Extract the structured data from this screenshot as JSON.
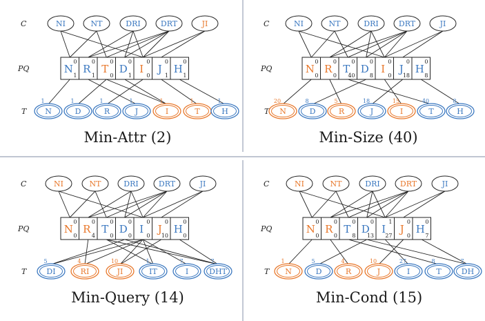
{
  "colors": {
    "blue": "#3b78c0",
    "orange": "#e8772a",
    "line": "#222222"
  },
  "row_labels": {
    "c": "C",
    "pq": "PQ",
    "t": "T"
  },
  "panels": [
    {
      "id": "min-attr",
      "caption": "Min-Attr (2)",
      "c_nodes": [
        {
          "label": "NI",
          "color": "blue"
        },
        {
          "label": "NT",
          "color": "blue"
        },
        {
          "label": "DRI",
          "color": "blue"
        },
        {
          "label": "DRT",
          "color": "blue"
        },
        {
          "label": "JI",
          "color": "orange"
        }
      ],
      "pq_cells": [
        {
          "letter": "N",
          "color": "blue",
          "top": "0",
          "bottom": "1"
        },
        {
          "letter": "R",
          "color": "blue",
          "top": "0",
          "bottom": "1"
        },
        {
          "letter": "T",
          "color": "orange",
          "top": "0",
          "bottom": "0"
        },
        {
          "letter": "D",
          "color": "blue",
          "top": "0",
          "bottom": "1"
        },
        {
          "letter": "I",
          "color": "orange",
          "top": "0",
          "bottom": "0"
        },
        {
          "letter": "J",
          "color": "blue",
          "top": "0",
          "bottom": "1"
        },
        {
          "letter": "H",
          "color": "blue",
          "top": "0",
          "bottom": "1"
        }
      ],
      "t_nodes": [
        {
          "label": "N",
          "color": "blue",
          "count": "1"
        },
        {
          "label": "D",
          "color": "blue",
          "count": "1"
        },
        {
          "label": "R",
          "color": "blue",
          "count": "1"
        },
        {
          "label": "J",
          "color": "blue",
          "count": "1"
        },
        {
          "label": "I",
          "color": "orange",
          "count": "1"
        },
        {
          "label": "T",
          "color": "orange",
          "count": "1"
        },
        {
          "label": "H",
          "color": "blue",
          "count": "1"
        }
      ],
      "c_edges": [
        [
          0,
          0
        ],
        [
          0,
          4
        ],
        [
          1,
          0
        ],
        [
          1,
          2
        ],
        [
          2,
          1
        ],
        [
          2,
          3
        ],
        [
          2,
          4
        ],
        [
          3,
          1
        ],
        [
          3,
          2
        ],
        [
          3,
          3
        ],
        [
          3,
          4
        ],
        [
          4,
          4
        ],
        [
          4,
          5
        ]
      ],
      "t_edges": [
        [
          0,
          0
        ],
        [
          1,
          2
        ],
        [
          2,
          4
        ],
        [
          3,
          1
        ],
        [
          4,
          3
        ],
        [
          5,
          5
        ],
        [
          6,
          6
        ],
        [
          4,
          2
        ]
      ]
    },
    {
      "id": "min-size",
      "caption": "Min-Size (40)",
      "c_nodes": [
        {
          "label": "NI",
          "color": "blue"
        },
        {
          "label": "NT",
          "color": "blue"
        },
        {
          "label": "DRI",
          "color": "blue"
        },
        {
          "label": "DRT",
          "color": "blue"
        },
        {
          "label": "JI",
          "color": "blue"
        }
      ],
      "pq_cells": [
        {
          "letter": "N",
          "color": "orange",
          "top": "0",
          "bottom": "0"
        },
        {
          "letter": "R",
          "color": "orange",
          "top": "0",
          "bottom": "0"
        },
        {
          "letter": "T",
          "color": "blue",
          "top": "0",
          "bottom": "40"
        },
        {
          "letter": "D",
          "color": "blue",
          "top": "0",
          "bottom": "8"
        },
        {
          "letter": "I",
          "color": "orange",
          "top": "0",
          "bottom": "0"
        },
        {
          "letter": "J",
          "color": "blue",
          "top": "0",
          "bottom": "18"
        },
        {
          "letter": "H",
          "color": "blue",
          "top": "0",
          "bottom": "8"
        }
      ],
      "t_nodes": [
        {
          "label": "N",
          "color": "orange",
          "count": "20"
        },
        {
          "label": "D",
          "color": "blue",
          "count": "8"
        },
        {
          "label": "R",
          "color": "orange",
          "count": "5"
        },
        {
          "label": "J",
          "color": "blue",
          "count": "18"
        },
        {
          "label": "I",
          "color": "orange",
          "count": "15"
        },
        {
          "label": "T",
          "color": "blue",
          "count": "40"
        },
        {
          "label": "H",
          "color": "blue",
          "count": "8"
        }
      ],
      "c_edges": [
        [
          0,
          0
        ],
        [
          0,
          4
        ],
        [
          1,
          0
        ],
        [
          1,
          2
        ],
        [
          2,
          1
        ],
        [
          2,
          3
        ],
        [
          2,
          4
        ],
        [
          3,
          1
        ],
        [
          3,
          2
        ],
        [
          3,
          3
        ],
        [
          3,
          4
        ],
        [
          4,
          4
        ],
        [
          4,
          5
        ]
      ],
      "t_edges": [
        [
          0,
          0
        ],
        [
          1,
          3
        ],
        [
          2,
          1
        ],
        [
          3,
          5
        ],
        [
          4,
          4
        ],
        [
          5,
          2
        ],
        [
          6,
          6
        ]
      ]
    },
    {
      "id": "min-query",
      "caption": "Min-Query (14)",
      "c_nodes": [
        {
          "label": "NI",
          "color": "orange"
        },
        {
          "label": "NT",
          "color": "orange"
        },
        {
          "label": "DRI",
          "color": "blue"
        },
        {
          "label": "DRT",
          "color": "blue"
        },
        {
          "label": "JI",
          "color": "blue"
        }
      ],
      "pq_cells": [
        {
          "letter": "N",
          "color": "orange",
          "top": "0",
          "bottom": "0"
        },
        {
          "letter": "R",
          "color": "orange",
          "top": "0",
          "bottom": "4"
        },
        {
          "letter": "T",
          "color": "blue",
          "top": "0",
          "bottom": "0"
        },
        {
          "letter": "D",
          "color": "blue",
          "top": "0",
          "bottom": "0"
        },
        {
          "letter": "I",
          "color": "blue",
          "top": "0",
          "bottom": "0"
        },
        {
          "letter": "J",
          "color": "orange",
          "top": "0",
          "bottom": "10"
        },
        {
          "letter": "H",
          "color": "blue",
          "top": "0",
          "bottom": "0"
        }
      ],
      "t_nodes": [
        {
          "label": "DI",
          "color": "blue",
          "count": "5"
        },
        {
          "label": "RI",
          "color": "orange",
          "count": "4"
        },
        {
          "label": "JI",
          "color": "orange",
          "count": "10"
        },
        {
          "label": "IT",
          "color": "blue",
          "count": "1"
        },
        {
          "label": "I",
          "color": "blue",
          "count": "7"
        },
        {
          "label": "DHT",
          "color": "blue",
          "count": "7"
        }
      ],
      "c_edges": [
        [
          0,
          0
        ],
        [
          0,
          4
        ],
        [
          1,
          0
        ],
        [
          1,
          2
        ],
        [
          2,
          1
        ],
        [
          2,
          3
        ],
        [
          2,
          4
        ],
        [
          3,
          1
        ],
        [
          3,
          2
        ],
        [
          3,
          3
        ],
        [
          3,
          4
        ],
        [
          4,
          4
        ],
        [
          4,
          5
        ]
      ],
      "t_edges": [
        [
          0,
          3
        ],
        [
          0,
          4
        ],
        [
          1,
          1
        ],
        [
          1,
          4
        ],
        [
          2,
          5
        ],
        [
          2,
          4
        ],
        [
          3,
          4
        ],
        [
          3,
          2
        ],
        [
          4,
          4
        ],
        [
          5,
          3
        ],
        [
          5,
          6
        ],
        [
          5,
          2
        ]
      ]
    },
    {
      "id": "min-cond",
      "caption": "Min-Cond (15)",
      "c_nodes": [
        {
          "label": "NI",
          "color": "orange"
        },
        {
          "label": "NT",
          "color": "orange"
        },
        {
          "label": "DRI",
          "color": "blue"
        },
        {
          "label": "DRT",
          "color": "orange"
        },
        {
          "label": "JI",
          "color": "blue"
        }
      ],
      "pq_cells": [
        {
          "letter": "N",
          "color": "orange",
          "top": "0",
          "bottom": "0"
        },
        {
          "letter": "R",
          "color": "orange",
          "top": "0",
          "bottom": "0"
        },
        {
          "letter": "T",
          "color": "blue",
          "top": "0",
          "bottom": "8"
        },
        {
          "letter": "D",
          "color": "blue",
          "top": "0",
          "bottom": "13"
        },
        {
          "letter": "I",
          "color": "blue",
          "top": "1",
          "bottom": "27"
        },
        {
          "letter": "J",
          "color": "orange",
          "top": "0",
          "bottom": "0"
        },
        {
          "letter": "H",
          "color": "blue",
          "top": "0",
          "bottom": "7"
        }
      ],
      "t_nodes": [
        {
          "label": "N",
          "color": "orange",
          "count": "1"
        },
        {
          "label": "D",
          "color": "blue",
          "count": "5"
        },
        {
          "label": "R",
          "color": "orange",
          "count": "4"
        },
        {
          "label": "J",
          "color": "orange",
          "count": "10"
        },
        {
          "label": "I",
          "color": "blue",
          "count": "27"
        },
        {
          "label": "T",
          "color": "blue",
          "count": "8"
        },
        {
          "label": "DH",
          "color": "blue",
          "count": "7"
        }
      ],
      "c_edges": [
        [
          0,
          0
        ],
        [
          0,
          4
        ],
        [
          1,
          0
        ],
        [
          1,
          2
        ],
        [
          2,
          1
        ],
        [
          2,
          3
        ],
        [
          2,
          4
        ],
        [
          3,
          1
        ],
        [
          3,
          2
        ],
        [
          3,
          3
        ],
        [
          3,
          4
        ],
        [
          4,
          4
        ],
        [
          4,
          5
        ]
      ],
      "t_edges": [
        [
          0,
          0
        ],
        [
          1,
          3
        ],
        [
          2,
          1
        ],
        [
          3,
          5
        ],
        [
          4,
          4
        ],
        [
          5,
          2
        ],
        [
          6,
          3
        ],
        [
          6,
          6
        ]
      ]
    }
  ]
}
